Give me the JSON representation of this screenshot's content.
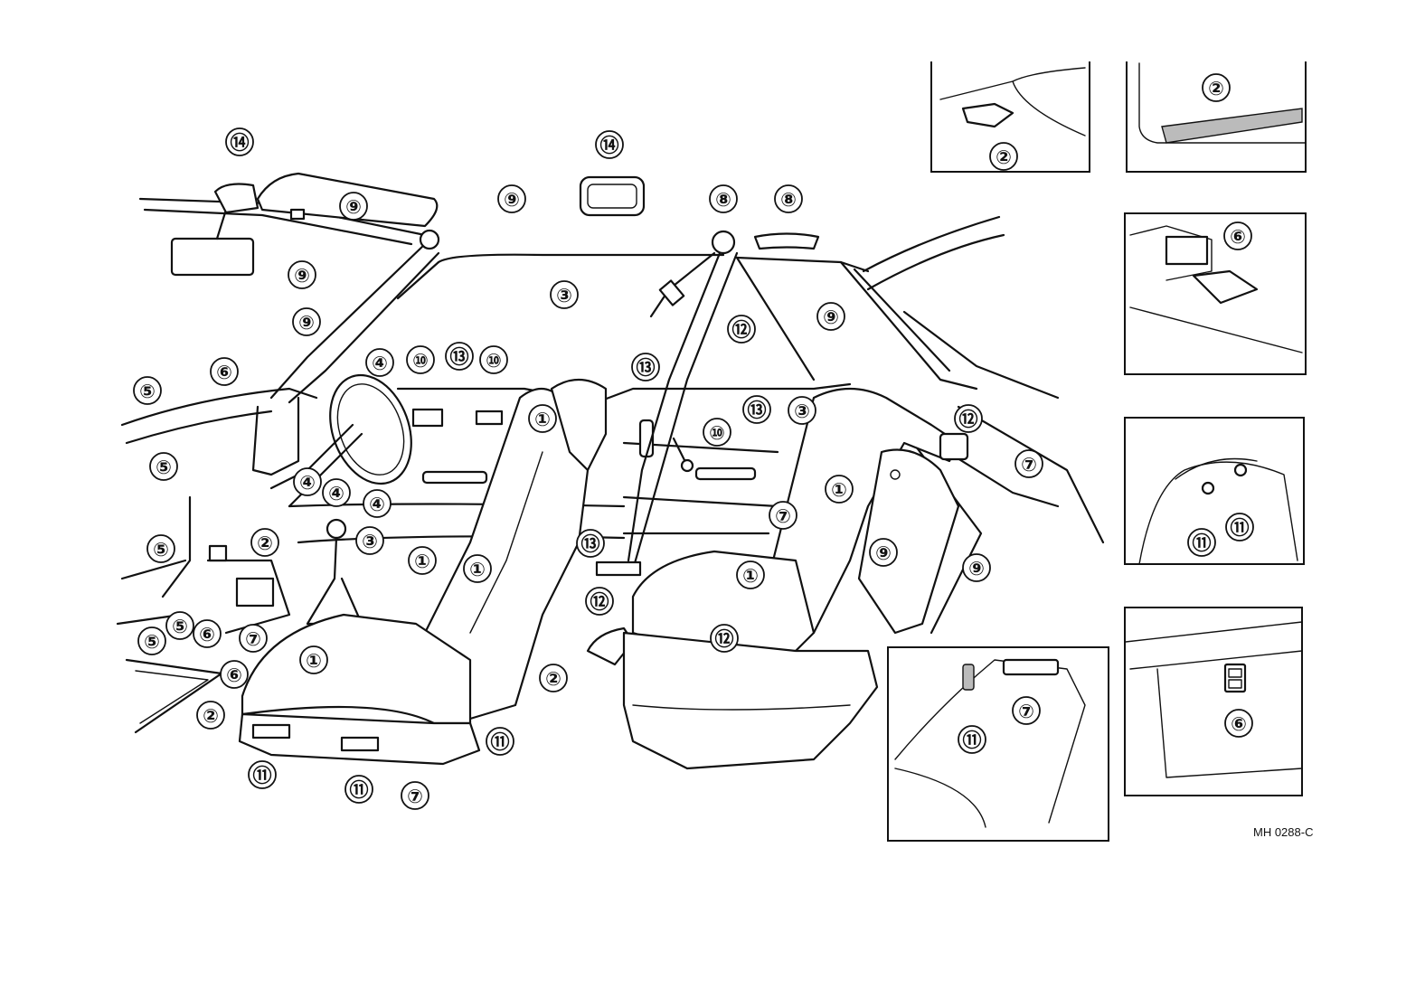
{
  "drawing_code": "MH 0288-C",
  "callouts": [
    "①",
    "②",
    "③",
    "④",
    "⑤",
    "⑥",
    "⑦",
    "⑧",
    "⑨",
    "⑩",
    "⑪",
    "⑫",
    "⑬",
    "⑭"
  ]
}
